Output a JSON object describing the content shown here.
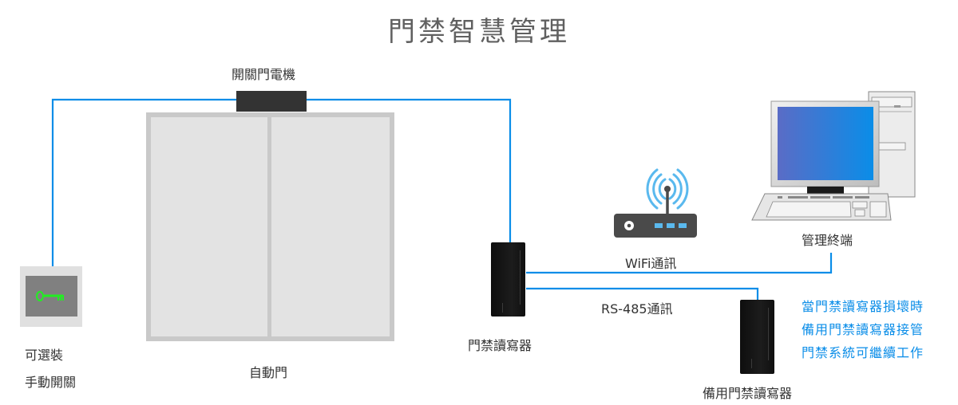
{
  "title": "門禁智慧管理",
  "components": {
    "door_motor": {
      "label": "開關門電機",
      "icon": "motor-box"
    },
    "auto_door": {
      "label": "自動門",
      "icon": "double-sliding-door"
    },
    "manual_switch": {
      "label_line1": "可選裝",
      "label_line2": "手動開關",
      "icon": "key-icon"
    },
    "access_reader": {
      "label": "門禁讀寫器",
      "icon": "card-reader"
    },
    "backup_reader": {
      "label": "備用門禁讀寫器",
      "icon": "card-reader"
    },
    "wifi_router": {
      "label": "WiFi通訊",
      "icon": "wifi-router"
    },
    "management_terminal": {
      "label": "管理終端",
      "icon": "desktop-computer"
    }
  },
  "links": {
    "rs485": {
      "label": "RS-485通訊"
    }
  },
  "note": {
    "lines": [
      "當門禁讀寫器損壞時",
      "備用門禁讀寫器接管",
      "門禁系統可繼續工作"
    ]
  },
  "colors": {
    "wire": "#0a8de8",
    "note_text": "#0a8de8",
    "key": "#22ee22",
    "title": "#606060"
  }
}
